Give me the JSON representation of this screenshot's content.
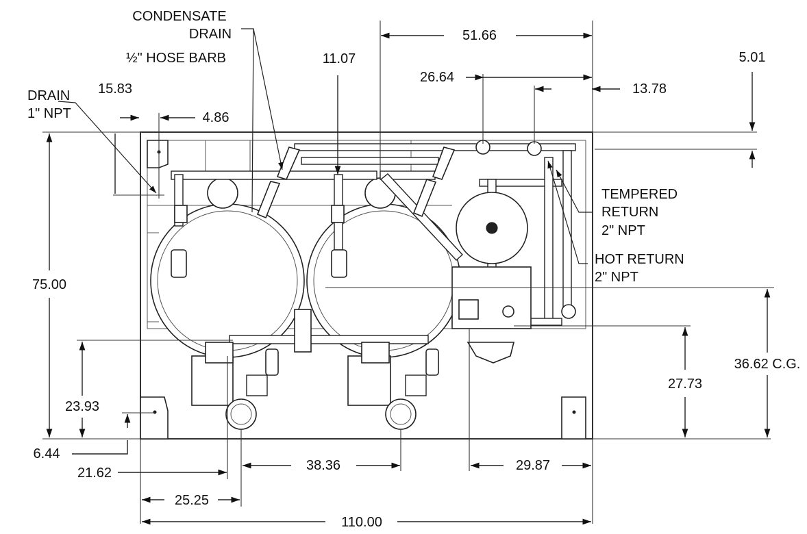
{
  "callouts": {
    "condensate_line1": "CONDENSATE",
    "condensate_line2": "DRAIN",
    "condensate_line3": "½\" HOSE BARB",
    "drain_line1": "DRAIN",
    "drain_line2": "1\" NPT",
    "tempered_line1": "TEMPERED",
    "tempered_line2": "RETURN",
    "tempered_line3": "2\" NPT",
    "hot_line1": "HOT RETURN",
    "hot_line2": "2\" NPT"
  },
  "dimensions": {
    "d_51_66": "51.66",
    "d_11_07": "11.07",
    "d_26_64": "26.64",
    "d_13_78": "13.78",
    "d_5_01": "5.01",
    "d_15_83": "15.83",
    "d_4_86": "4.86",
    "d_75_00": "75.00",
    "d_23_93": "23.93",
    "d_6_44": "6.44",
    "d_21_62": "21.62",
    "d_38_36": "38.36",
    "d_29_87": "29.87",
    "d_25_25": "25.25",
    "d_110_00": "110.00",
    "d_27_73": "27.73",
    "d_36_62": "36.62 C.G."
  }
}
